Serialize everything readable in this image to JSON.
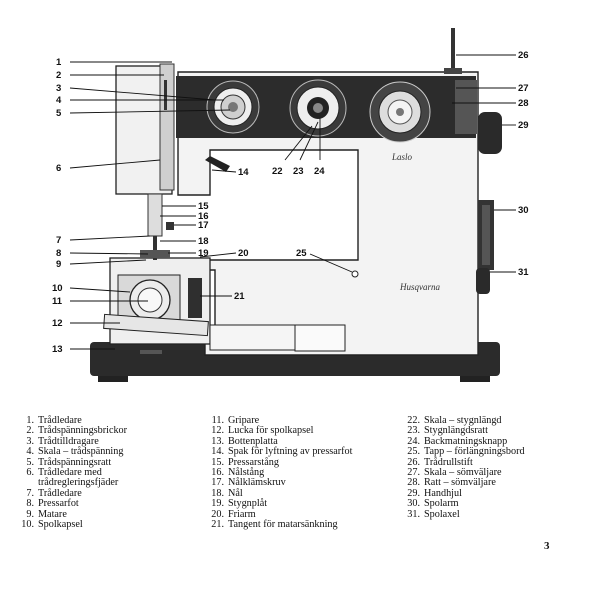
{
  "page_number": "3",
  "machine": {
    "model_label": "Laslo",
    "brand_label": "Husqvarna"
  },
  "legend": [
    {
      "num": "1.",
      "text": "Trådledare"
    },
    {
      "num": "2.",
      "text": "Trådspänningsbrickor"
    },
    {
      "num": "3.",
      "text": "Trådtilldragare"
    },
    {
      "num": "4.",
      "text": "Skala – trådspänning"
    },
    {
      "num": "5.",
      "text": "Trådspänningsratt"
    },
    {
      "num": "6.",
      "text": "Trådledare med",
      "cont": "trådregleringsfjäder"
    },
    {
      "num": "7.",
      "text": "Trådledare"
    },
    {
      "num": "8.",
      "text": "Pressarfot"
    },
    {
      "num": "9.",
      "text": "Matare"
    },
    {
      "num": "10.",
      "text": "Spolkapsel"
    },
    {
      "num": "11.",
      "text": "Gripare"
    },
    {
      "num": "12.",
      "text": "Lucka för spolkapsel"
    },
    {
      "num": "13.",
      "text": "Bottenplatta"
    },
    {
      "num": "14.",
      "text": "Spak för lyftning av pressarfot"
    },
    {
      "num": "15.",
      "text": "Pressarstång"
    },
    {
      "num": "16.",
      "text": "Nålstång"
    },
    {
      "num": "17.",
      "text": "Nålklämskruv"
    },
    {
      "num": "18.",
      "text": "Nål"
    },
    {
      "num": "19.",
      "text": "Stygnplåt"
    },
    {
      "num": "20.",
      "text": "Friarm"
    },
    {
      "num": "21.",
      "text": "Tangent för matarsänkning"
    },
    {
      "num": "22.",
      "text": "Skala – stygnlängd"
    },
    {
      "num": "23.",
      "text": "Stygnlängdsratt"
    },
    {
      "num": "24.",
      "text": "Backmatningsknapp"
    },
    {
      "num": "25.",
      "text": "Tapp – förlängningsbord"
    },
    {
      "num": "26.",
      "text": "Trådrullstift"
    },
    {
      "num": "27.",
      "text": "Skala – sömväljare"
    },
    {
      "num": "28.",
      "text": "Ratt – sömväljare"
    },
    {
      "num": "29.",
      "text": "Handhjul"
    },
    {
      "num": "30.",
      "text": "Spolarm"
    },
    {
      "num": "31.",
      "text": "Spolaxel"
    }
  ],
  "callouts": [
    "1",
    "2",
    "3",
    "4",
    "5",
    "6",
    "7",
    "8",
    "9",
    "10",
    "11",
    "12",
    "13",
    "14",
    "15",
    "16",
    "17",
    "18",
    "19",
    "20",
    "21",
    "22",
    "23",
    "24",
    "25",
    "26",
    "27",
    "28",
    "29",
    "30",
    "31"
  ]
}
